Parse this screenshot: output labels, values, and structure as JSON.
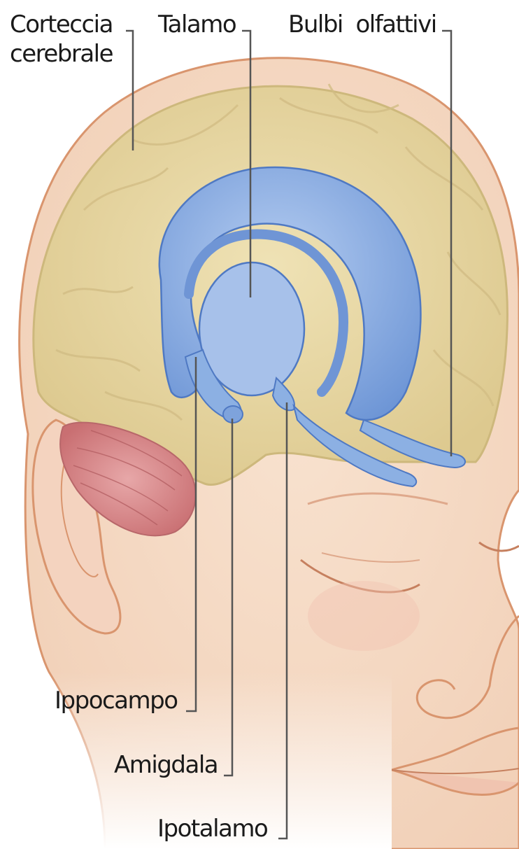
{
  "labels": {
    "cortex_line1": "Corteccia",
    "cortex_line2": "cerebrale",
    "thalamus": "Talamo",
    "olfactory_bulbs": "Bulbi  olfattivi",
    "hippocampus": "Ippocampo",
    "amygdala": "Amigdala",
    "hypothalamus": "Ipotalamo"
  },
  "colors": {
    "background": "#ffffff",
    "skin": "#f6dcc8",
    "skin_outline": "#d9956e",
    "cortex": "#e9d9a4",
    "cortex_outline": "#cdb87c",
    "limbic_blue": "#8aaee0",
    "limbic_outline": "#4f79c3",
    "cerebellum": "#d98a8c",
    "leader_line": "#555555"
  }
}
